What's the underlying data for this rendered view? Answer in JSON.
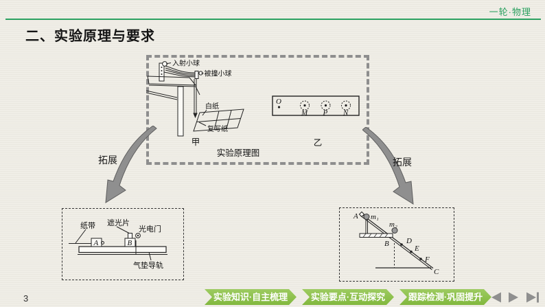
{
  "header": {
    "corner_label": "一轮·物理",
    "title": "二、实验原理与要求"
  },
  "principle": {
    "caption": "实验原理图",
    "jia": {
      "label": "甲",
      "incident_ball": "入射小球",
      "struck_ball": "被撞小球",
      "white_paper": "白纸",
      "carbon_paper": "复写纸"
    },
    "yi": {
      "label": "乙",
      "o": "O",
      "m": "M",
      "p": "P",
      "n": "N"
    }
  },
  "expand": {
    "left": "拓展",
    "right": "拓展"
  },
  "airtrack": {
    "paper_tape": "纸带",
    "shutter": "遮光片",
    "photogate": "光电门",
    "track": "气垫导轨",
    "block_a": "A",
    "block_b": "B"
  },
  "incline": {
    "a": "A",
    "m1": "m₁",
    "m2": "m₂",
    "b": "B",
    "d": "D",
    "e": "E",
    "f": "F",
    "c": "C"
  },
  "footer": {
    "page": "3",
    "buttons": [
      "实验知识·自主梳理",
      "实验要点·互动探究",
      "跟踪检测·巩固提升"
    ]
  },
  "colors": {
    "accent_green": "#2aa05f",
    "banner_green": "#8cc04b",
    "arrow_gray": "#8f8f8f"
  }
}
